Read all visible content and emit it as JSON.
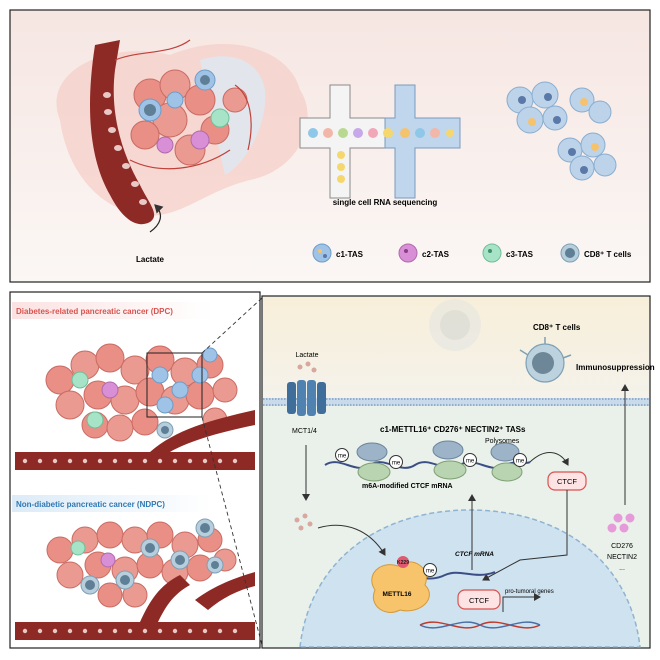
{
  "top_panel": {
    "lactate_label": "Lactate",
    "sequencing_label": "single cell RNA sequencing",
    "legend": [
      {
        "label": "c1-TAS",
        "color": "#9fc3e6"
      },
      {
        "label": "c2-TAS",
        "color": "#d98fd6"
      },
      {
        "label": "c3-TAS",
        "color": "#a7e3c6"
      },
      {
        "label": "CD8⁺ T cells",
        "color": "#8fb3c8"
      }
    ]
  },
  "left_panels": {
    "dpc_label": "Diabetes-related pancreatic cancer (DPC)",
    "ndpc_label": "Non-diabetic pancreatic cancer (NDPC)"
  },
  "mechanism": {
    "lactate_label": "Lactate",
    "cd8_label": "CD8⁺ T cells",
    "immunosuppression_label": "Immunosuppression",
    "mct_label": "MCT1/4",
    "tas_label": "c1-METTL16⁺ CD276⁺ NECTIN2⁺ TASs",
    "polysomes_label": "Polysomes",
    "me_label": "me",
    "mrna_label": "m6A-modified CTCF mRNA",
    "ctcf_label": "CTCF",
    "ctcf_nuclear_label": "CTCF",
    "ctcf_mrna_label": "CTCF mRNA",
    "k229_label": "K229",
    "mettl16_label": "METTL16",
    "protumoral_label": "pro-tumoral genes",
    "cd276_label": "CD276",
    "nectin2_label": "NECTIN2",
    "ellipsis": "..."
  },
  "colors": {
    "red": "#e07a73",
    "vessel": "#8e2a26",
    "blue_cell": "#9fc3e6",
    "membrane": "#7aa0c9",
    "nucleus": "#cfe2ef",
    "ctcf_fill": "#fde3e3",
    "ctcf_stroke": "#d9534f"
  }
}
